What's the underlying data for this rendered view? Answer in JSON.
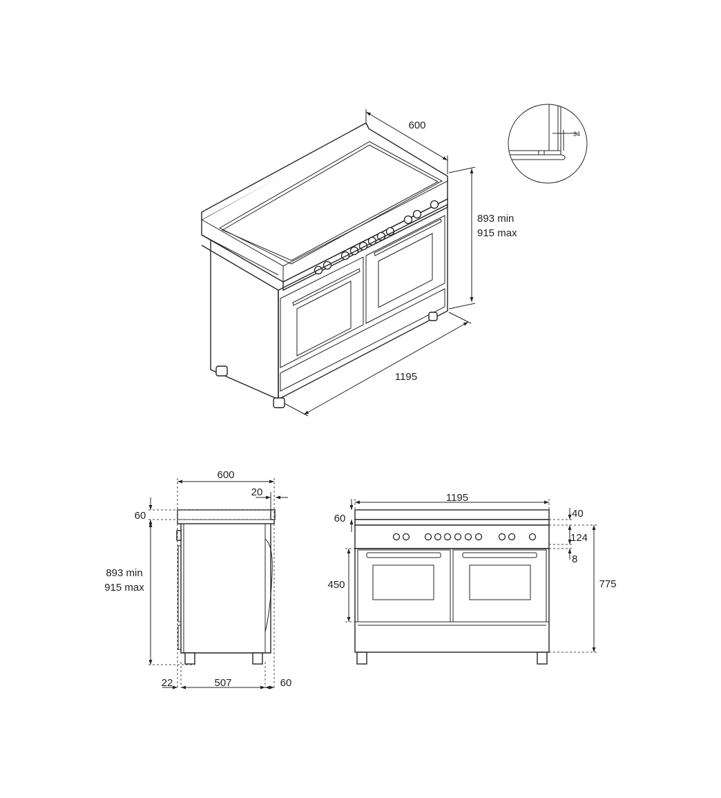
{
  "isometric_view": {
    "depth": "600",
    "width": "1195",
    "height_min": "893 min",
    "height_max": "915 max"
  },
  "detail_view": {
    "clearance": "34"
  },
  "side_view": {
    "depth_top": "600",
    "overhang": "20",
    "top_thickness": "60",
    "height_min": "893 min",
    "height_max": "915 max",
    "front_offset": "22",
    "body_depth": "507",
    "rear_offset": "60"
  },
  "front_view": {
    "width": "1195",
    "backguard": "60",
    "top_gap": "40",
    "control_panel": "124",
    "gap": "8",
    "oven_height": "450",
    "base_height": "775"
  }
}
